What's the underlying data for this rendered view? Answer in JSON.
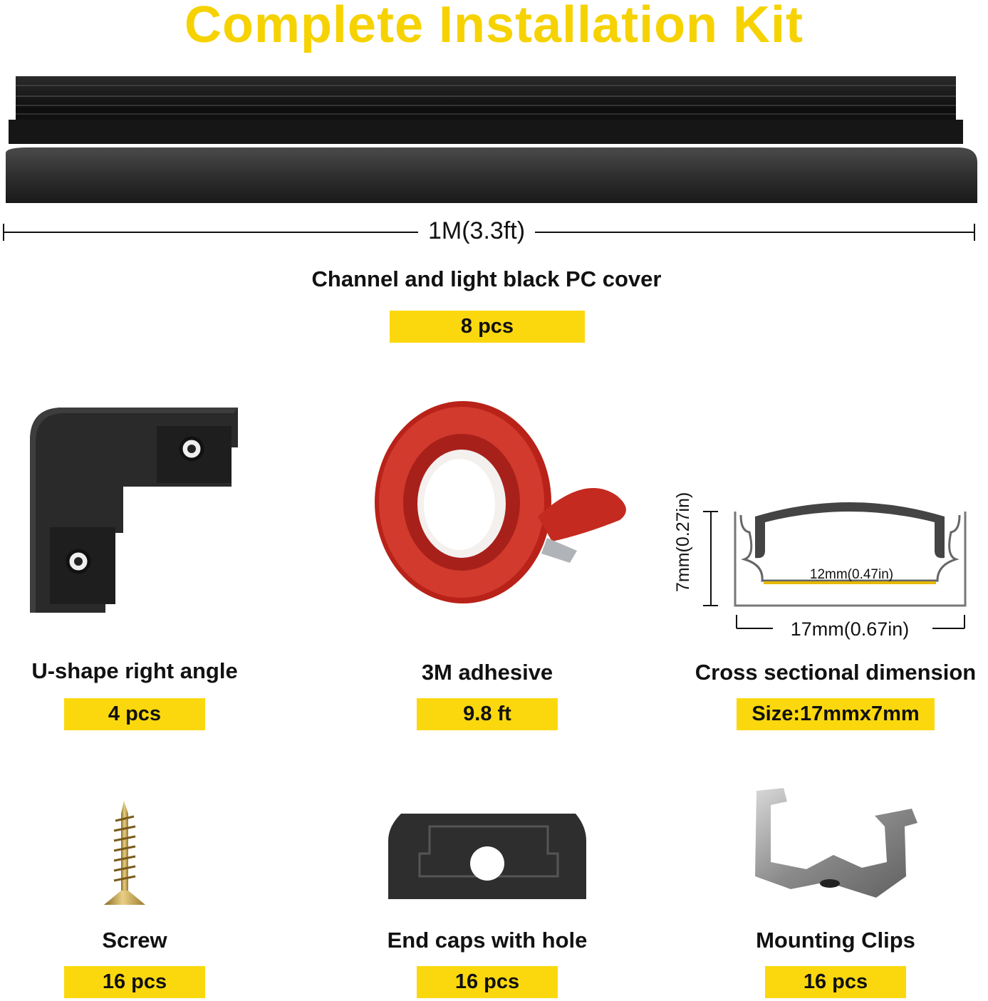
{
  "title": "Complete Installation Kit",
  "channel": {
    "length_label": "1M(3.3ft)",
    "caption": "Channel and light black PC cover",
    "quantity": "8 pcs"
  },
  "items": [
    {
      "caption": "U-shape right angle",
      "quantity": "4 pcs",
      "icon": "u-shape-right-angle-connector"
    },
    {
      "caption": "3M adhesive",
      "quantity": "9.8 ft",
      "icon": "adhesive-tape-roll"
    },
    {
      "caption": "Cross sectional dimension",
      "quantity": "Size:17mmx7mm",
      "icon": "cross-section-diagram"
    },
    {
      "caption": "Screw",
      "quantity": "16 pcs",
      "icon": "screw"
    },
    {
      "caption": "End caps with hole",
      "quantity": "16 pcs",
      "icon": "end-cap"
    },
    {
      "caption": "Mounting Clips",
      "quantity": "16 pcs",
      "icon": "mounting-clip"
    }
  ],
  "cross_section": {
    "height_label": "7mm(0.27in)",
    "inner_width_label": "12mm(0.47in)",
    "width_label": "17mm(0.67in)"
  },
  "colors": {
    "title": "#f6d200",
    "badge": "#fbd80e",
    "channel": "#1a1a1a",
    "cover": "#3a3a3a",
    "tape_red": "#c8281e",
    "screw_gold": "#c9a24a"
  }
}
